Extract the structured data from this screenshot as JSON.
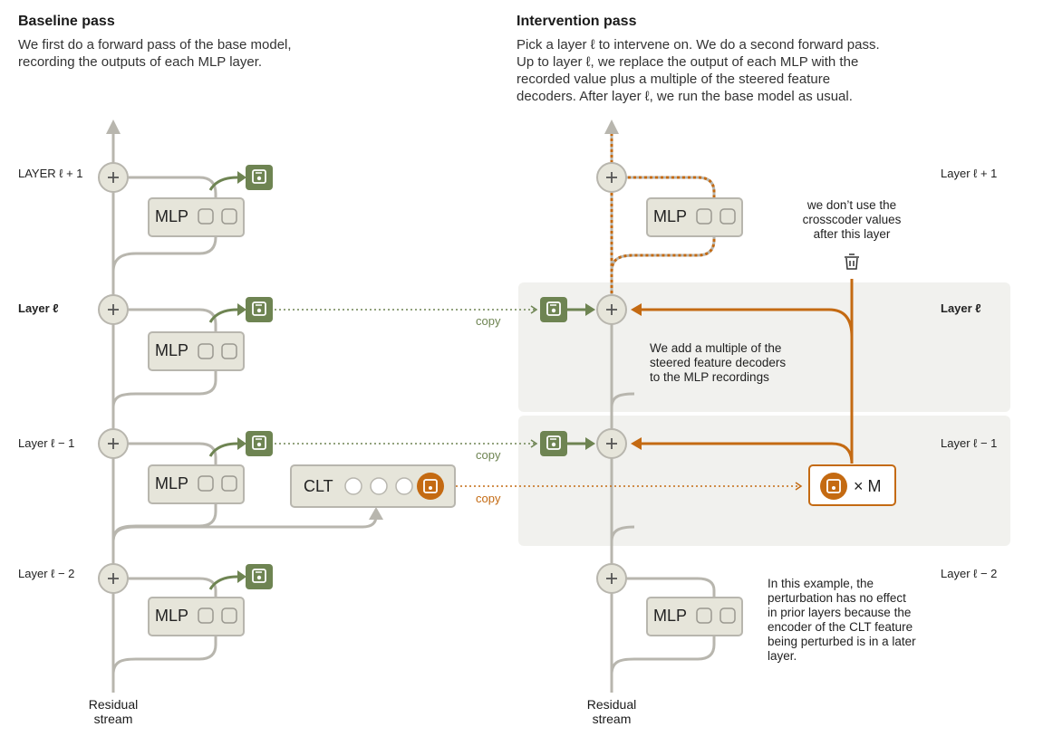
{
  "baseline": {
    "title": "Baseline pass",
    "description": "We first do a forward pass of the base model,\nrecording the outputs of each MLP layer."
  },
  "intervention": {
    "title": "Intervention pass",
    "description": "Pick a layer ℓ to intervene on. We do a second forward pass.\nUp to layer ℓ, we replace the output of each MLP with the\nrecorded value plus a multiple of the steered feature\ndecoders. After layer ℓ, we run the base model as usual."
  },
  "layers": {
    "l_plus_1": "LAYER ℓ + 1",
    "l_plus_1_right": "Layer ℓ + 1",
    "l": "Layer ℓ",
    "l_minus_1": "Layer ℓ − 1",
    "l_minus_2": "Layer ℓ − 2"
  },
  "labels": {
    "mlp": "MLP",
    "clt": "CLT",
    "copy": "copy",
    "multiplier": "× M",
    "residual_stream": "Residual\nstream",
    "plus": "+"
  },
  "notes": {
    "crosscoder": "we don’t use the\ncrosscoder values\nafter this layer",
    "add_multiple": "We add a multiple of the\nsteered feature decoders\nto the MLP recordings",
    "example": "In this example, the\nperturbation has no effect\nin prior layers because the\nencoder of the CLT feature\nbeing perturbed is in a later\nlayer."
  },
  "icons": [
    "save-icon",
    "trash-icon",
    "plus-icon",
    "arrow-up-icon"
  ],
  "colors": {
    "green": "#6e8452",
    "orange": "#c46a12",
    "gray_line": "#b8b6ae",
    "node_fill": "#e6e5da",
    "box_fill": "#e6e5da",
    "shade": "#f1f1ee"
  }
}
